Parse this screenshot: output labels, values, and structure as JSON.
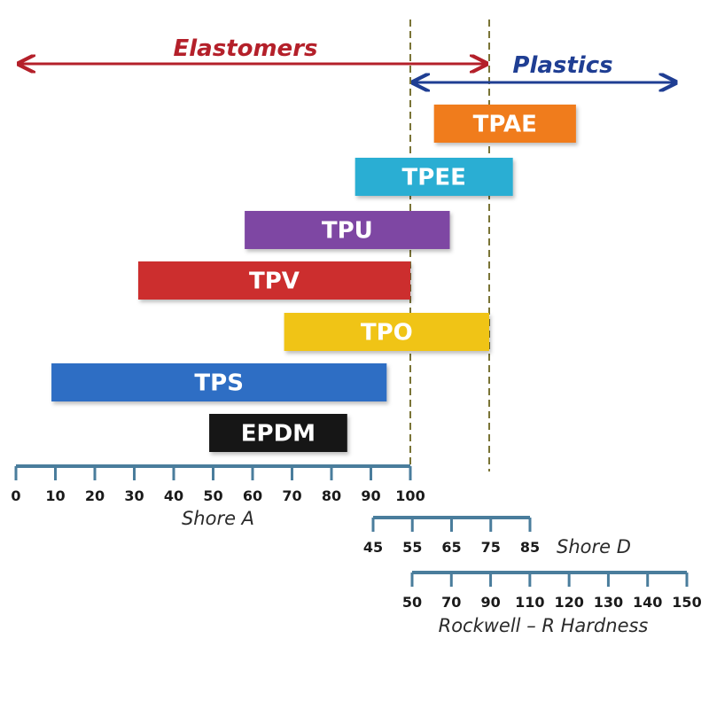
{
  "chart_data": {
    "type": "bar",
    "orientation": "horizontal-range",
    "unit_axis": "Shore A",
    "series": [
      {
        "name": "TPAE",
        "start": 106,
        "end": 142,
        "color": "#f07c1e"
      },
      {
        "name": "TPEE",
        "start": 86,
        "end": 126,
        "color": "#2aaed3"
      },
      {
        "name": "TPU",
        "start": 58,
        "end": 110,
        "color": "#7e47a3"
      },
      {
        "name": "TPV",
        "start": 31,
        "end": 100,
        "color": "#cc2d2d"
      },
      {
        "name": "TPO",
        "start": 68,
        "end": 120,
        "color": "#f0c419"
      },
      {
        "name": "TPS",
        "start": 9,
        "end": 94,
        "color": "#2f6ec4"
      },
      {
        "name": "EPDM",
        "start": 49,
        "end": 84,
        "color": "#161616"
      }
    ],
    "reference_lines": [
      100,
      120
    ],
    "regions": [
      {
        "label": "Elastomers",
        "start": 0,
        "end": 120,
        "color": "#b4202a"
      },
      {
        "label": "Plastics",
        "start": 100,
        "end": 168,
        "color": "#1f3e93"
      }
    ],
    "scales": [
      {
        "title": "Shore A",
        "ticks": [
          "0",
          "10",
          "20",
          "30",
          "40",
          "50",
          "60",
          "70",
          "80",
          "90",
          "100"
        ],
        "from": 0,
        "to": 100
      },
      {
        "title": "Shore D",
        "ticks": [
          "45",
          "55",
          "65",
          "75",
          "85"
        ],
        "from": 90,
        "to": 130
      },
      {
        "title": "Rockwell – R Hardness",
        "ticks": [
          "50",
          "70",
          "90",
          "110",
          "120",
          "130",
          "140",
          "150"
        ],
        "from": 100,
        "to": 170
      }
    ],
    "scale_color": "#4a7d9c",
    "reference_line_color": "#7a7436"
  }
}
